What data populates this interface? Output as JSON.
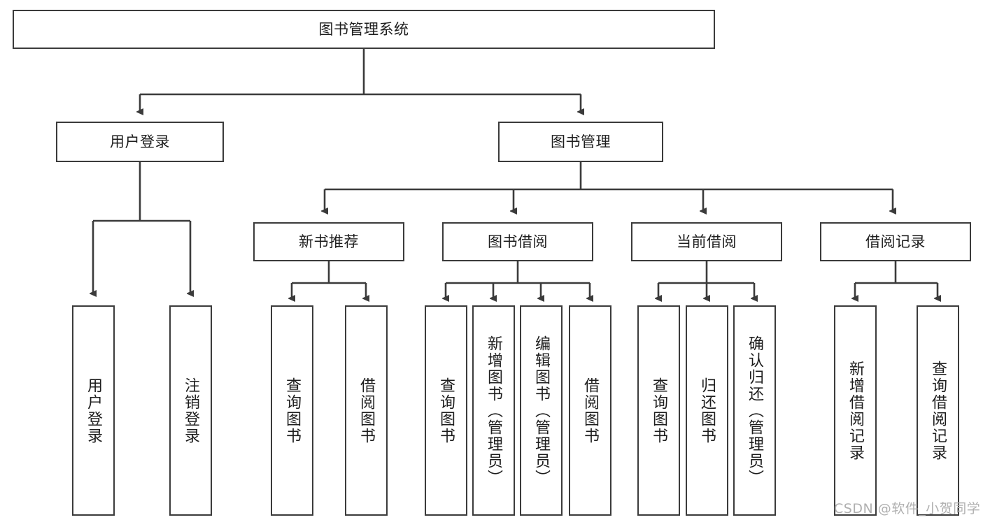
{
  "diagram": {
    "type": "tree-hierarchy",
    "title": "图书管理系统",
    "watermark": "CSDN @软件_小贺同学",
    "colors": {
      "stroke": "#3b3b3b",
      "fill": "#ffffff",
      "text": "#1d1d1d",
      "watermark": "#b0b0b0"
    },
    "nodes": {
      "root": {
        "label": "图书管理系统",
        "level": 1,
        "orientation": "horizontal"
      },
      "user_login": {
        "label": "用户登录",
        "level": 2,
        "orientation": "horizontal"
      },
      "book_manage": {
        "label": "图书管理",
        "level": 2,
        "orientation": "horizontal"
      },
      "new_book_rec": {
        "label": "新书推荐",
        "level": 3,
        "orientation": "horizontal"
      },
      "book_borrow": {
        "label": "图书借阅",
        "level": 3,
        "orientation": "horizontal"
      },
      "current_borrow": {
        "label": "当前借阅",
        "level": 3,
        "orientation": "horizontal"
      },
      "borrow_record": {
        "label": "借阅记录",
        "level": 3,
        "orientation": "horizontal"
      },
      "leaf_user_login": {
        "label": "用户登录",
        "level": 4,
        "orientation": "vertical"
      },
      "leaf_logout": {
        "label": "注销登录",
        "level": 4,
        "orientation": "vertical"
      },
      "leaf_query_book_1": {
        "label": "查询图书",
        "level": 4,
        "orientation": "vertical"
      },
      "leaf_borrow_book_1": {
        "label": "借阅图书",
        "level": 4,
        "orientation": "vertical"
      },
      "leaf_query_book_2": {
        "label": "查询图书",
        "level": 4,
        "orientation": "vertical"
      },
      "leaf_add_book": {
        "label": "新增图书（管理员）",
        "level": 4,
        "orientation": "vertical"
      },
      "leaf_edit_book": {
        "label": "编辑图书（管理员）",
        "level": 4,
        "orientation": "vertical"
      },
      "leaf_borrow_book_2": {
        "label": "借阅图书",
        "level": 4,
        "orientation": "vertical"
      },
      "leaf_query_book_3": {
        "label": "查询图书",
        "level": 4,
        "orientation": "vertical"
      },
      "leaf_return_book": {
        "label": "归还图书",
        "level": 4,
        "orientation": "vertical"
      },
      "leaf_confirm_return": {
        "label": "确认归还（管理员）",
        "level": 4,
        "orientation": "vertical"
      },
      "leaf_add_record": {
        "label": "新增借阅记录",
        "level": 4,
        "orientation": "vertical"
      },
      "leaf_query_record": {
        "label": "查询借阅记录",
        "level": 4,
        "orientation": "vertical"
      }
    },
    "edges": [
      {
        "from": "root",
        "to": "user_login"
      },
      {
        "from": "root",
        "to": "book_manage"
      },
      {
        "from": "user_login",
        "to": "leaf_user_login"
      },
      {
        "from": "user_login",
        "to": "leaf_logout"
      },
      {
        "from": "book_manage",
        "to": "new_book_rec"
      },
      {
        "from": "book_manage",
        "to": "book_borrow"
      },
      {
        "from": "book_manage",
        "to": "current_borrow"
      },
      {
        "from": "book_manage",
        "to": "borrow_record"
      },
      {
        "from": "new_book_rec",
        "to": "leaf_query_book_1"
      },
      {
        "from": "new_book_rec",
        "to": "leaf_borrow_book_1"
      },
      {
        "from": "book_borrow",
        "to": "leaf_query_book_2"
      },
      {
        "from": "book_borrow",
        "to": "leaf_add_book"
      },
      {
        "from": "book_borrow",
        "to": "leaf_edit_book"
      },
      {
        "from": "book_borrow",
        "to": "leaf_borrow_book_2"
      },
      {
        "from": "current_borrow",
        "to": "leaf_query_book_3"
      },
      {
        "from": "current_borrow",
        "to": "leaf_return_book"
      },
      {
        "from": "current_borrow",
        "to": "leaf_confirm_return"
      },
      {
        "from": "borrow_record",
        "to": "leaf_add_record"
      },
      {
        "from": "borrow_record",
        "to": "leaf_query_record"
      }
    ]
  }
}
